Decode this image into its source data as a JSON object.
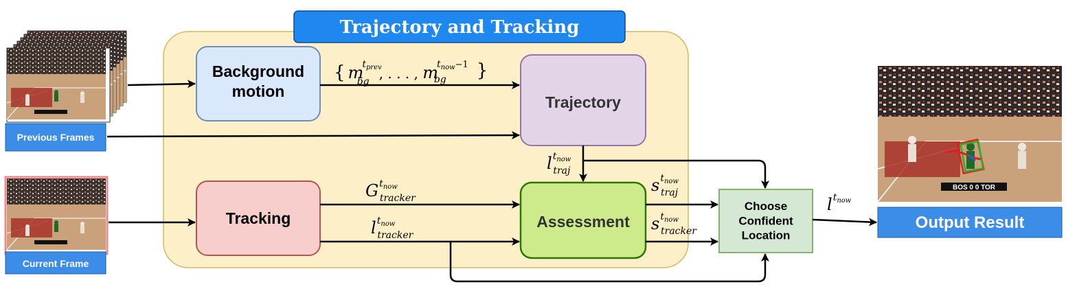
{
  "group": {
    "title": "Trajectory and Tracking"
  },
  "inputs": {
    "previous_frames_label": "Previous Frames",
    "current_frame_label": "Current Frame"
  },
  "nodes": {
    "background_motion": "Background\nmotion",
    "trajectory": "Trajectory",
    "tracking": "Tracking",
    "assessment": "Assessment",
    "choose": "Choose\nConfident\nLocation"
  },
  "output": {
    "label": "Output Result",
    "scoreboard": "BOS 0 0 TOR"
  },
  "math": {
    "bg_set": {
      "open": "{",
      "var": "m",
      "sub": "bg",
      "sup_first": "t",
      "sup_first_sub": "prev",
      "dots": ", . . . , ",
      "sup_last": "t",
      "sup_last_sub": "now",
      "sup_last_suffix": "−1",
      "close": "}"
    },
    "l_traj": {
      "var": "l",
      "sup": "t",
      "sup_sub": "now",
      "sub": "traj"
    },
    "g_tracker": {
      "var": "G",
      "sup": "t",
      "sup_sub": "now",
      "sub": "tracker"
    },
    "l_tracker": {
      "var": "l",
      "sup": "t",
      "sup_sub": "now",
      "sub": "tracker"
    },
    "s_traj": {
      "var": "s",
      "sup": "t",
      "sup_sub": "now",
      "sub": "traj"
    },
    "s_tracker": {
      "var": "s",
      "sup": "t",
      "sup_sub": "now",
      "sub": "tracker"
    },
    "l_out": {
      "var": "l",
      "sup": "t",
      "sup_sub": "now"
    }
  },
  "colors": {
    "group_fill": "#fdf0c8",
    "group_stroke": "#d4b861",
    "title_fill": "#1e88f0",
    "bg_fill": "#dae8fc",
    "bg_stroke": "#6c8ebf",
    "traj_fill": "#e1d5e7",
    "traj_stroke": "#9673a6",
    "track_fill": "#f8cecc",
    "track_stroke": "#b85450",
    "assess_fill": "#cdeb8b",
    "assess_stroke": "#2d7600",
    "choose_fill": "#d5e8d4",
    "choose_stroke": "#82b366",
    "label_fill": "#3b8de8"
  }
}
